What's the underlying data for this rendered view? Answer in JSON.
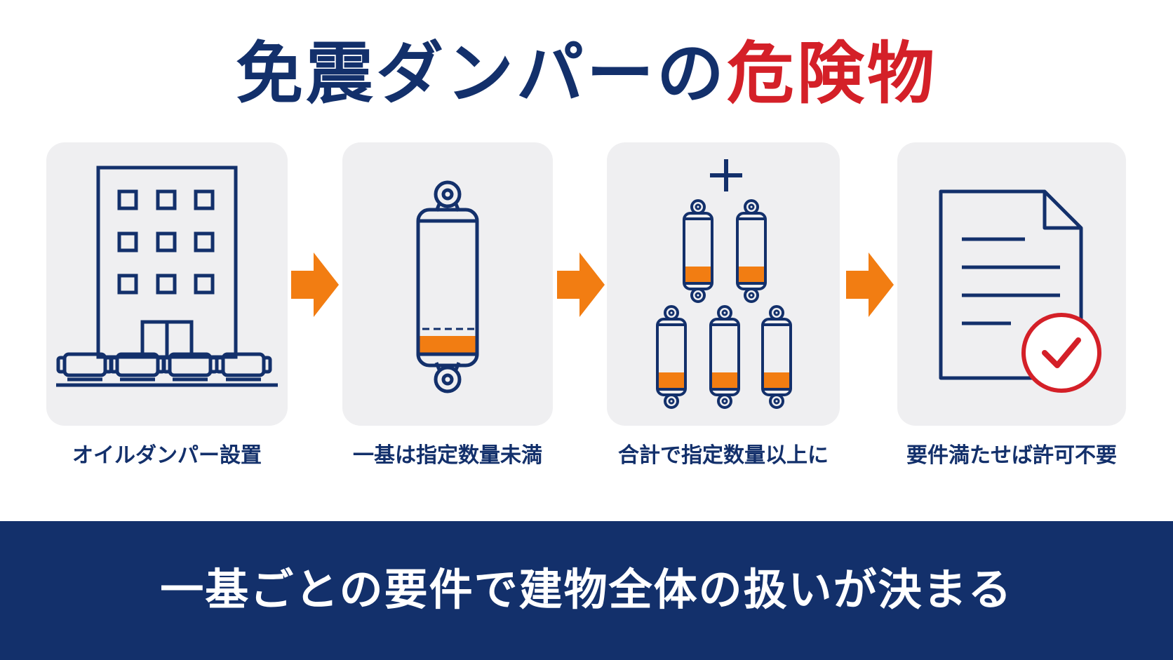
{
  "title": {
    "part1": "免震ダンパーの",
    "part2": "危険物"
  },
  "colors": {
    "navy": "#13306b",
    "red": "#d42028",
    "orange": "#f27d12",
    "panel": "#efeff1"
  },
  "steps": [
    {
      "label": "オイルダンパー設置",
      "icon": "building-with-dampers-icon"
    },
    {
      "label": "一基は指定数量未満",
      "icon": "single-damper-icon"
    },
    {
      "label": "合計で指定数量以上に",
      "icon": "multiple-dampers-icon"
    },
    {
      "label": "要件満たせば許可不要",
      "icon": "document-check-icon"
    }
  ],
  "plus_sign": "+",
  "banner": {
    "text": "一基ごとの要件で建物全体の扱いが決まる"
  }
}
